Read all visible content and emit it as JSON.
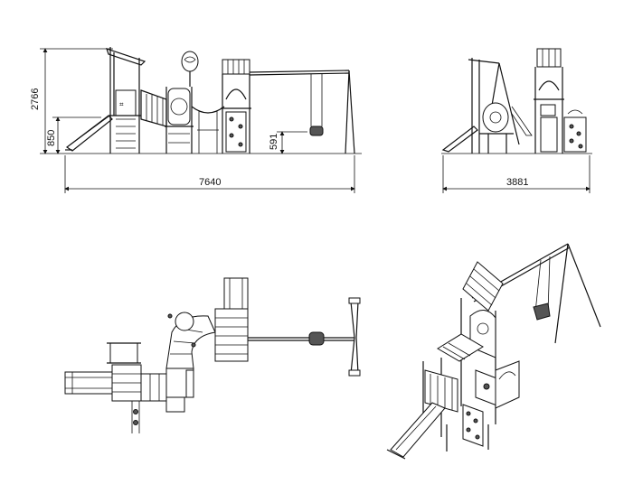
{
  "drawing": {
    "dimensions": {
      "total_height": "2766",
      "platform_height": "850",
      "seat_height": "591",
      "front_width": "7640",
      "side_width": "3881"
    },
    "views": [
      "front-elevation",
      "side-elevation",
      "top-plan",
      "isometric"
    ]
  }
}
